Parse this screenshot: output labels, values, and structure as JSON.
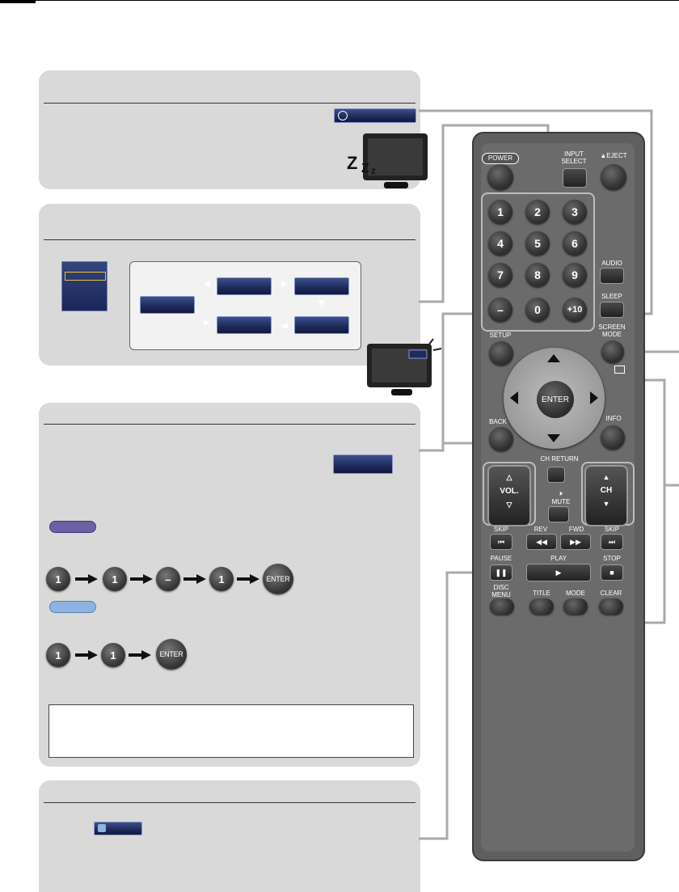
{
  "remote": {
    "power": "POWER",
    "input_select": "INPUT\nSELECT",
    "eject": "▲EJECT",
    "numbers": [
      "1",
      "2",
      "3",
      "4",
      "5",
      "6",
      "7",
      "8",
      "9",
      "–",
      "0",
      "+10"
    ],
    "audio": "AUDIO",
    "sleep": "SLEEP",
    "screen_mode": "SCREEN\nMODE",
    "setup": "SETUP",
    "enter": "ENTER",
    "back": "BACK",
    "info": "INFO",
    "ch_return": "CH RETURN",
    "vol": "VOL.",
    "ch": "CH",
    "mute": "MUTE",
    "skip_left": "SKIP",
    "rev": "REV",
    "fwd": "FWD",
    "skip_right": "SKIP",
    "pause": "PAUSE",
    "play": "PLAY",
    "stop": "STOP",
    "disc_menu": "DISC\nMENU",
    "title": "TITLE",
    "mode": "MODE",
    "clear": "CLEAR"
  },
  "examples": {
    "sequence1": [
      "1",
      "1",
      "–",
      "1",
      "ENTER"
    ],
    "sequence2": [
      "1",
      "1",
      "ENTER"
    ]
  },
  "colors": {
    "panel": "#d9d9d9",
    "osd_blue": "#1d2a5a",
    "pill_purple": "#6e5fa6",
    "pill_lightblue": "#8fb3e0",
    "connector": "#a9a9a9"
  }
}
